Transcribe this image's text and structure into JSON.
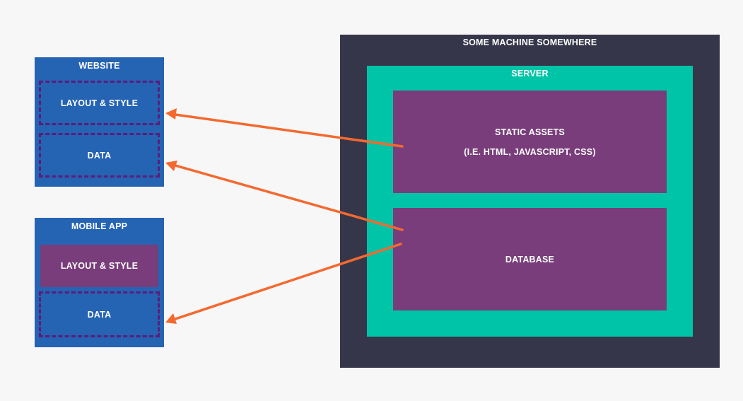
{
  "website": {
    "title": "WEBSITE",
    "layout_label": "LAYOUT & STYLE",
    "data_label": "DATA"
  },
  "mobile": {
    "title": "MOBILE APP",
    "layout_label": "LAYOUT & STYLE",
    "data_label": "DATA"
  },
  "machine": {
    "title": "SOME MACHINE SOMEWHERE",
    "server": {
      "title": "SERVER",
      "static_assets_line1": "STATIC ASSETS",
      "static_assets_line2": "(I.E. HTML, JAVASCRIPT, CSS)",
      "database_label": "DATABASE"
    }
  },
  "colors": {
    "client_blue": "#2563b3",
    "purple": "#783d7a",
    "dashed_purple": "#5d1b7a",
    "machine_dark": "#36364a",
    "server_teal": "#00c4a7",
    "arrow_orange": "#f4692f",
    "background": "#f7f7f7"
  }
}
